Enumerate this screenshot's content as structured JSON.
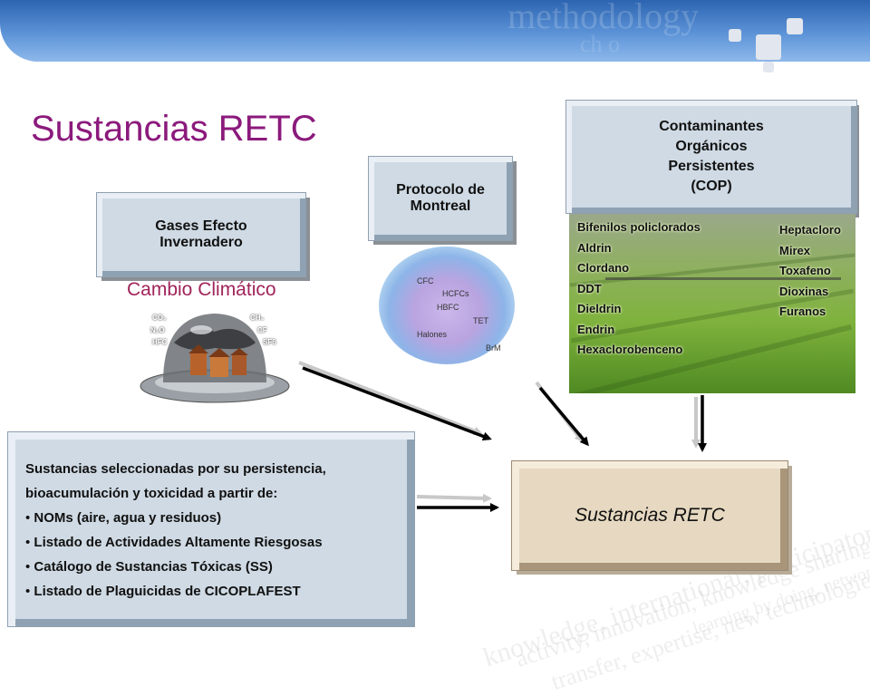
{
  "slide": {
    "title": "Sustancias RETC"
  },
  "banner": {
    "word1": "methodology",
    "word2": "ch o"
  },
  "gei": {
    "box_line1": "Gases Efecto",
    "box_line2": "Invernadero",
    "label": "Cambio Climático",
    "gas_left": [
      "CO₂",
      "N₂O",
      "HFC"
    ],
    "gas_right": [
      "CH₄",
      "CF",
      "SF6"
    ]
  },
  "montreal": {
    "box_line1": "Protocolo de",
    "box_line2": "Montreal",
    "ozone_labels": [
      "CFC",
      "HCFCs",
      "HBFC",
      "TET",
      "Halones",
      "BrM"
    ]
  },
  "cop": {
    "box_lines": [
      "Contaminantes",
      "Orgánicos",
      "Persistentes",
      "(COP)"
    ],
    "list_left": [
      "Bifenilos policlorados",
      "Aldrin",
      "Clordano",
      "DDT",
      "Dieldrin",
      "Endrin",
      "Hexaclorobenceno"
    ],
    "list_right": [
      "Heptacloro",
      "Mirex",
      "Toxafeno",
      "Dioxinas",
      "Furanos"
    ]
  },
  "selection": {
    "intro1": "Sustancias seleccionadas por su persistencia,",
    "intro2": "bioacumulación y toxicidad a partir de:",
    "bullets": [
      "NOMs (aire, agua y residuos)",
      "Listado de Actividades Altamente Riesgosas",
      "Catálogo de Sustancias Tóxicas (SS)",
      "Listado de Plaguicidas de CICOPLAFEST"
    ]
  },
  "target": {
    "label": "Sustancias RETC"
  },
  "watermark": [
    "knowledge, international, participatory approach",
    "activity, innovation, knowledge sharing",
    "transfer, expertise, new technologies",
    "learning by doing, network"
  ],
  "colors": {
    "title": "#8b1a7c",
    "label_red": "#a0245a",
    "box_blue": "#cfdae4",
    "box_tan": "#e7d9c1"
  }
}
